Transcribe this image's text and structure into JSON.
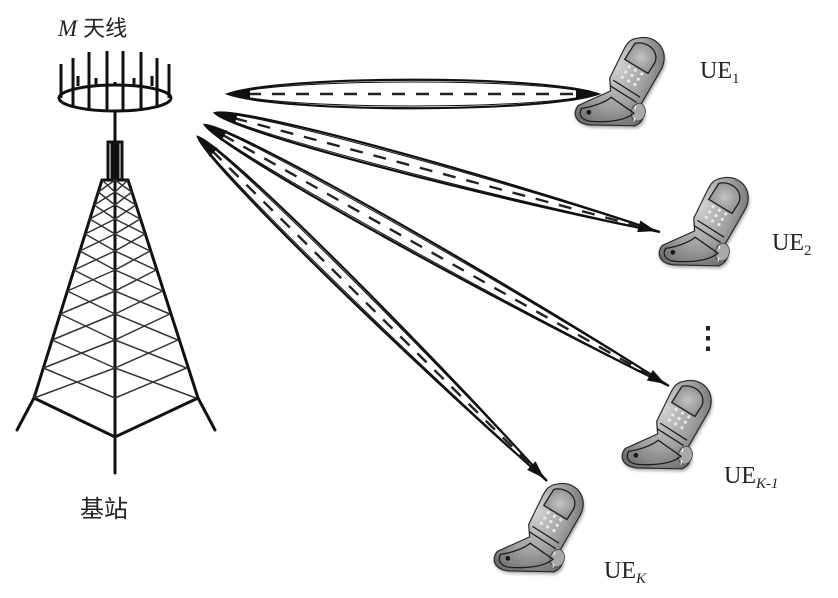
{
  "diagram": {
    "title": "Massive MIMO multi-user beamforming",
    "base_station": {
      "antenna_label_var": "M",
      "antenna_label_text": "天线",
      "label": "基站"
    },
    "users": [
      {
        "id": "ue1",
        "label_main": "UE",
        "label_sub": "1"
      },
      {
        "id": "ue2",
        "label_main": "UE",
        "label_sub": "2"
      },
      {
        "id": "uek1",
        "label_main": "UE",
        "label_sub": "K-1"
      },
      {
        "id": "uek",
        "label_main": "UE",
        "label_sub": "K"
      }
    ],
    "ellipsis": "⋮",
    "beam_count": 4,
    "colors": {
      "line": "#111111",
      "phone_body": "#9a9a9a",
      "phone_shadow": "#6e6e6e",
      "phone_highlight": "#c8c8c8",
      "background": "#ffffff"
    }
  }
}
